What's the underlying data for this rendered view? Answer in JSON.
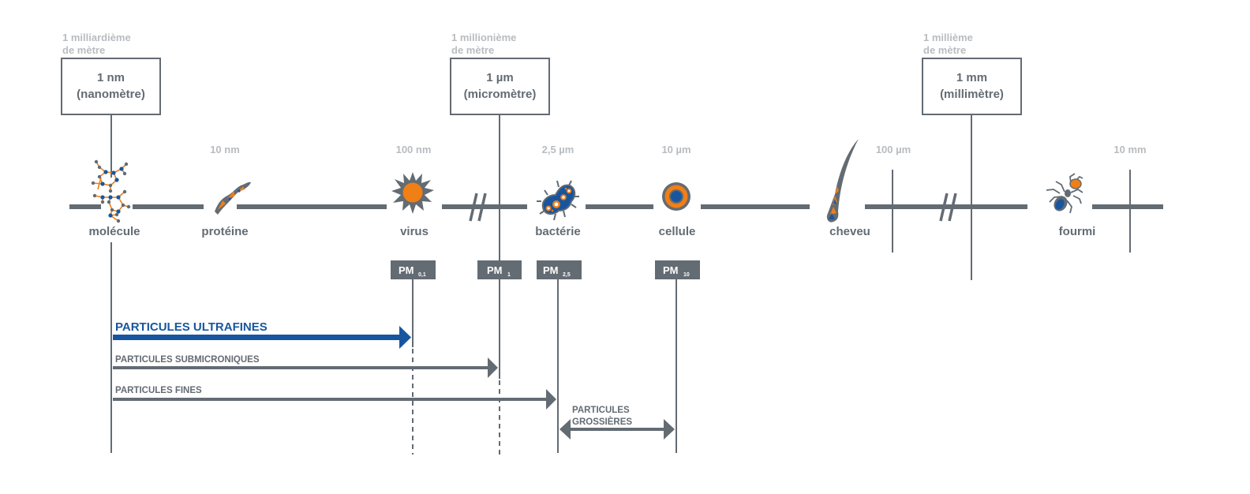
{
  "colors": {
    "axis": "#636b73",
    "caption": "#b9bcbf",
    "orange": "#f07f16",
    "blue": "#17569e",
    "white": "#ffffff"
  },
  "units": [
    {
      "caption_line1": "1 milliardième",
      "caption_line2": "de mètre",
      "value": "1 nm",
      "name": "(nanomètre)"
    },
    {
      "caption_line1": "1 millionième",
      "caption_line2": "de mètre",
      "value": "1 µm",
      "name": "(micromètre)"
    },
    {
      "caption_line1": "1 millième",
      "caption_line2": "de mètre",
      "value": "1 mm",
      "name": "(millimètre)"
    }
  ],
  "scale_labels": [
    "10 nm",
    "100 nm",
    "2,5 µm",
    "10 µm",
    "100 µm",
    "10 mm"
  ],
  "objects": [
    {
      "label": "molécule",
      "icon": "molecule-icon"
    },
    {
      "label": "protéine",
      "icon": "protein-icon"
    },
    {
      "label": "virus",
      "icon": "virus-icon"
    },
    {
      "label": "bactérie",
      "icon": "bacteria-icon"
    },
    {
      "label": "cellule",
      "icon": "cell-icon"
    },
    {
      "label": "cheveu",
      "icon": "hair-icon"
    },
    {
      "label": "fourmi",
      "icon": "ant-icon"
    }
  ],
  "pm_badges": [
    {
      "main": "PM",
      "sub": "0,1"
    },
    {
      "main": "PM",
      "sub": "1"
    },
    {
      "main": "PM",
      "sub": "2,5"
    },
    {
      "main": "PM",
      "sub": "10"
    }
  ],
  "ranges": {
    "ultrafines": "PARTICULES ULTRAFINES",
    "submicroniques": "PARTICULES SUBMICRONIQUES",
    "fines": "PARTICULES FINES",
    "grossieres_line1": "PARTICULES",
    "grossieres_line2": "GROSSIÈRES"
  }
}
